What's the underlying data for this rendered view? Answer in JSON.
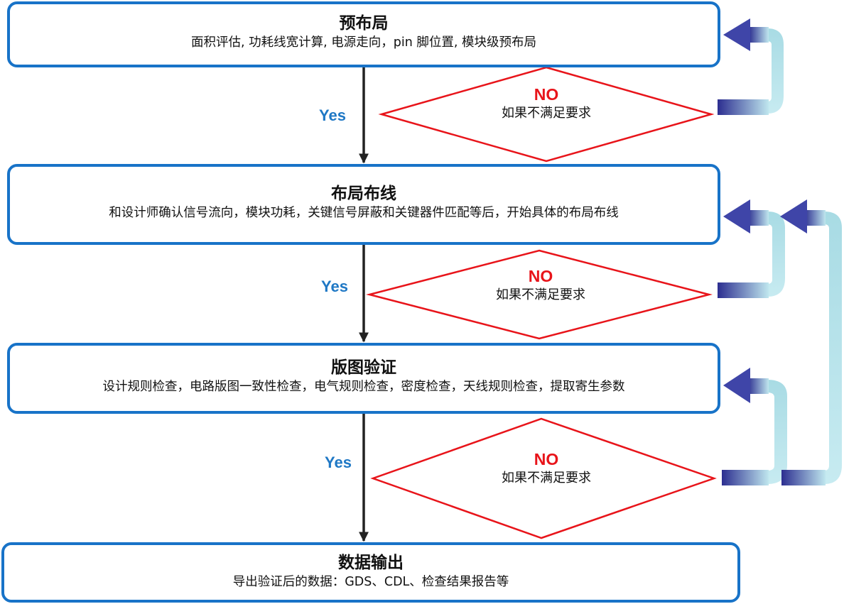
{
  "steps": [
    {
      "title": "预布局",
      "desc": "面积评估, 功耗线宽计算, 电源走向，pin 脚位置, 模块级预布局"
    },
    {
      "title": "布局布线",
      "desc": "和设计师确认信号流向，模块功耗，关键信号屏蔽和关键器件匹配等后，开始具体的布局布线"
    },
    {
      "title": "版图验证",
      "desc": "设计规则检查，电路版图一致性检查，电气规则检查，密度检查，天线规则检查，提取寄生参数"
    },
    {
      "title": "数据输出",
      "desc": "导出验证后的数据：GDS、CDL、检查结果报告等"
    }
  ],
  "decisions": [
    {
      "yes": "Yes",
      "no": "NO",
      "condition": "如果不满足要求"
    },
    {
      "yes": "Yes",
      "no": "NO",
      "condition": "如果不满足要求"
    },
    {
      "yes": "Yes",
      "no": "NO",
      "condition": "如果不满足要求"
    }
  ],
  "colors": {
    "box_border": "#1873c8",
    "yes_text": "#1f78c5",
    "no_text": "#e8141a",
    "diamond": "#e8141a",
    "arrow_dark": "#2c2e90",
    "arrow_light": "#bfe6ee"
  }
}
